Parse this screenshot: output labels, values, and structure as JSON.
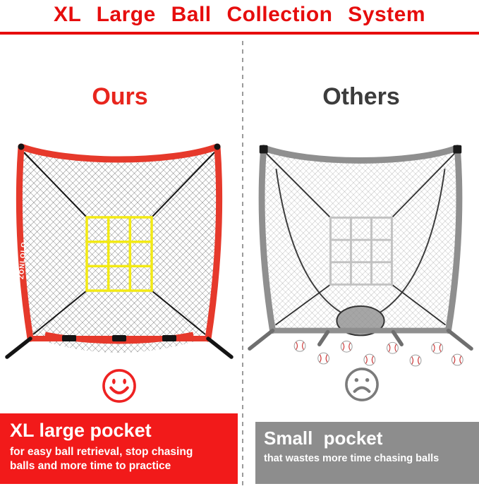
{
  "header": {
    "title": "XL Large Ball Collection System"
  },
  "ours": {
    "label": "Ours",
    "brand": "ZONLOLO",
    "mood_icon": "happy-face-icon",
    "callout": {
      "title": "XL large pocket",
      "line1": "for easy ball retrieval, stop chasing",
      "line2": "balls and more time to practice"
    }
  },
  "others": {
    "label": "Others",
    "mood_icon": "sad-face-icon",
    "callout": {
      "title": "Small pocket",
      "line1": "that wastes more time chasing balls"
    }
  },
  "colors": {
    "accent_red": "#e60d0d",
    "frame_red": "#e6392b",
    "callout_red": "#f21a1a",
    "callout_gray": "#8d8d8d",
    "others_label_gray": "#3c3c3c",
    "strike_zone_yellow": "#f3ea15"
  }
}
